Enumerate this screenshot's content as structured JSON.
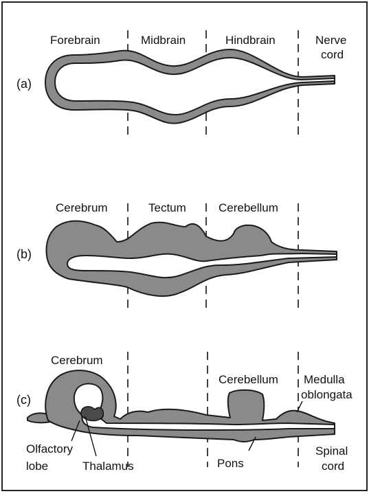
{
  "panels": {
    "a": {
      "marker": "(a)",
      "regions": [
        "Forebrain",
        "Midbrain",
        "Hindbrain"
      ],
      "nerve_cord": [
        "Nerve",
        "cord"
      ]
    },
    "b": {
      "marker": "(b)",
      "regions": [
        "Cerebrum",
        "Tectum",
        "Cerebellum"
      ]
    },
    "c": {
      "marker": "(c)",
      "top_labels": [
        "Cerebrum",
        "Cerebellum"
      ],
      "medulla": [
        "Medulla",
        "oblongata"
      ],
      "olfactory": [
        "Olfactory",
        "lobe"
      ],
      "thalamus": "Thalamus",
      "pons": "Pons",
      "spinal": [
        "Spinal",
        "cord"
      ]
    }
  },
  "colors": {
    "tissue": "#8a8a8a",
    "outline": "#1a1a1a",
    "frame": "#222222"
  }
}
